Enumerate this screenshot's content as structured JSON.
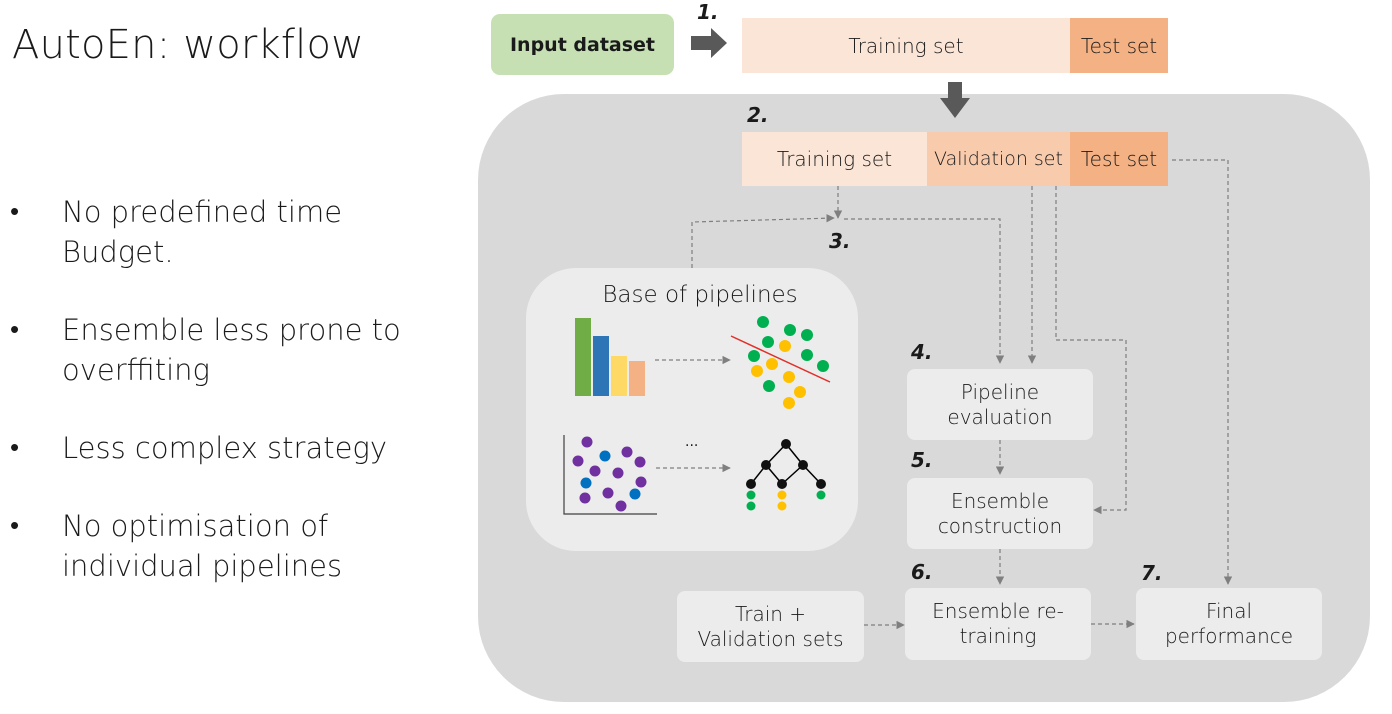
{
  "title": "AutoEn: workflow",
  "bullets": [
    {
      "line1": "No predefined time",
      "line2": "Budget."
    },
    {
      "line1": "Ensemble less prone to",
      "line2": "overffiting"
    },
    {
      "line1": "Less complex strategy",
      "line2": ""
    },
    {
      "line1": "No optimisation of",
      "line2": "individual pipelines"
    }
  ],
  "bullet_symbol": "•",
  "input_dataset": "Input dataset",
  "steps": {
    "s1": "1.",
    "s2": "2.",
    "s3": "3.",
    "s4": "4.",
    "s5": "5.",
    "s6": "6.",
    "s7": "7."
  },
  "split1": {
    "training": "Training set",
    "test": "Test set"
  },
  "split2": {
    "training": "Training set",
    "validation": "Validation set",
    "test": "Test set"
  },
  "pipelines_title": "Base of pipelines",
  "ellipsis": "...",
  "boxes": {
    "evaluation": {
      "line1": "Pipeline",
      "line2": "evaluation"
    },
    "construction": {
      "line1": "Ensemble",
      "line2": "construction"
    },
    "retraining": {
      "line1": "Ensemble re-",
      "line2": "training"
    },
    "train_val": {
      "line1": "Train +",
      "line2": "Validation sets"
    },
    "final": {
      "line1": "Final",
      "line2": "performance"
    }
  },
  "colors": {
    "panel": "#d9d9d9",
    "input_green": "#c6e0b4",
    "train": "#fbe5d6",
    "validation": "#f8cbad",
    "test": "#f4b183",
    "bar_green": "#70ad47",
    "bar_blue": "#2e75b6",
    "bar_yellow": "#ffd966",
    "bar_orange": "#f4b183",
    "dot_green": "#00b050",
    "dot_yellow": "#ffc000",
    "dot_purple": "#7030a0",
    "dot_blue": "#0070c0"
  }
}
